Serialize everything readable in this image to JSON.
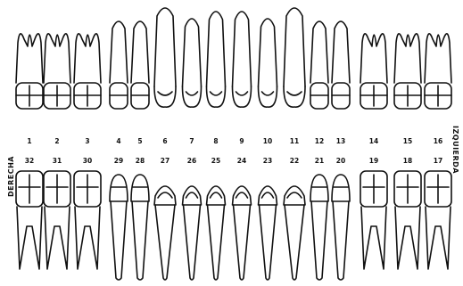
{
  "labels": {
    "right_side": "DERECHA",
    "left_side": "IZQUIERDA"
  },
  "upper_teeth": [
    {
      "number": "1",
      "type": "molar"
    },
    {
      "number": "2",
      "type": "molar"
    },
    {
      "number": "3",
      "type": "molar"
    },
    {
      "number": "4",
      "type": "premolar"
    },
    {
      "number": "5",
      "type": "premolar"
    },
    {
      "number": "6",
      "type": "canine"
    },
    {
      "number": "7",
      "type": "incisor"
    },
    {
      "number": "8",
      "type": "incisor"
    },
    {
      "number": "9",
      "type": "incisor"
    },
    {
      "number": "10",
      "type": "incisor"
    },
    {
      "number": "11",
      "type": "canine"
    },
    {
      "number": "12",
      "type": "premolar"
    },
    {
      "number": "13",
      "type": "premolar"
    },
    {
      "number": "14",
      "type": "molar"
    },
    {
      "number": "15",
      "type": "molar"
    },
    {
      "number": "16",
      "type": "molar"
    }
  ],
  "lower_teeth": [
    {
      "number": "32",
      "type": "molar"
    },
    {
      "number": "31",
      "type": "molar"
    },
    {
      "number": "30",
      "type": "molar"
    },
    {
      "number": "29",
      "type": "premolar"
    },
    {
      "number": "28",
      "type": "premolar"
    },
    {
      "number": "27",
      "type": "canine"
    },
    {
      "number": "26",
      "type": "incisor"
    },
    {
      "number": "25",
      "type": "incisor"
    },
    {
      "number": "24",
      "type": "incisor"
    },
    {
      "number": "23",
      "type": "incisor"
    },
    {
      "number": "22",
      "type": "canine"
    },
    {
      "number": "21",
      "type": "premolar"
    },
    {
      "number": "20",
      "type": "premolar"
    },
    {
      "number": "19",
      "type": "molar"
    },
    {
      "number": "18",
      "type": "molar"
    },
    {
      "number": "17",
      "type": "molar"
    }
  ]
}
